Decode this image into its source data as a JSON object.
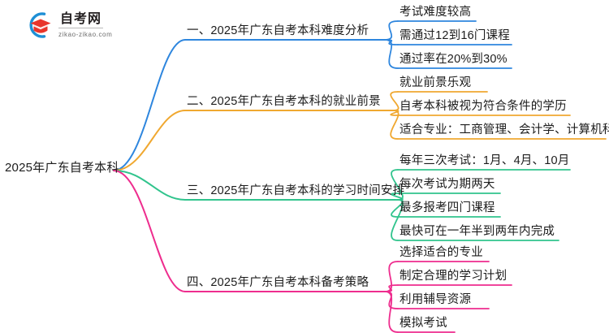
{
  "logo": {
    "name": "zikao-logo",
    "title": "自考网",
    "subtitle": "zikao-zikao.com",
    "mark_icon": "graduation-cap-icon",
    "arc_color": "#1E8FD5",
    "cap_color": "#E8352B"
  },
  "mindmap": {
    "root": {
      "label": "2025年广东自考本科"
    },
    "branch_colors": {
      "branch1": "#2E86DE",
      "branch2": "#F0A830",
      "branch3": "#31C48D",
      "branch4": "#EE2D8E"
    },
    "branches": [
      {
        "label": "一、2025年广东自考本科难度分析",
        "color": "#2E86DE",
        "leaves": [
          {
            "label": "考试难度较高"
          },
          {
            "label": "需通过12到16门课程"
          },
          {
            "label": "通过率在20%到30%"
          }
        ]
      },
      {
        "label": "二、2025年广东自考本科的就业前景",
        "color": "#F0A830",
        "leaves": [
          {
            "label": "就业前景乐观"
          },
          {
            "label": "自考本科被视为符合条件的学历"
          },
          {
            "label": "适合专业：工商管理、会计学、计算机科学"
          }
        ]
      },
      {
        "label": "三、2025年广东自考本科的学习时间安排",
        "color": "#31C48D",
        "leaves": [
          {
            "label": "每年三次考试：1月、4月、10月"
          },
          {
            "label": "每次考试为期两天"
          },
          {
            "label": "最多报考四门课程"
          },
          {
            "label": "最快可在一年半到两年内完成"
          }
        ]
      },
      {
        "label": "四、2025年广东自考本科备考策略",
        "color": "#EE2D8E",
        "leaves": [
          {
            "label": "选择适合的专业"
          },
          {
            "label": "制定合理的学习计划"
          },
          {
            "label": "利用辅导资源"
          },
          {
            "label": "模拟考试"
          }
        ]
      }
    ]
  }
}
